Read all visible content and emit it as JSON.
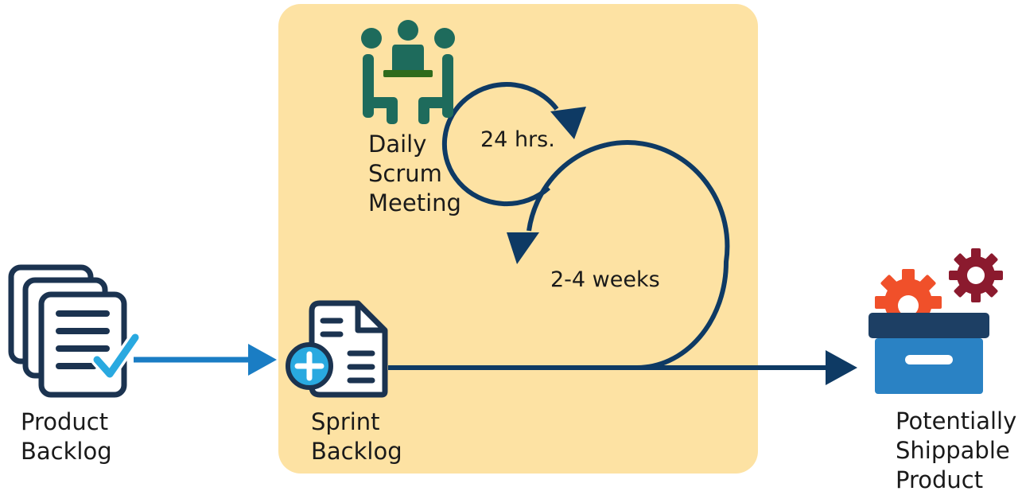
{
  "colors": {
    "sprint_panel": "#fde2a3",
    "navy": "#0e3a64",
    "dark_outline": "#1b3350",
    "blue_arrow": "#1a7dc4",
    "check_blue": "#29a9e0",
    "meeting_green": "#1e6b5c",
    "table_green": "#2f6b1c",
    "gear_orange": "#f0502a",
    "gear_maroon": "#8b1a2e",
    "box_lid": "#1d3f64",
    "box_body": "#2a82c4"
  },
  "icons": {
    "product_backlog": "stacked-documents-check-icon",
    "sprint_backlog": "document-plus-icon",
    "daily_scrum": "meeting-table-icon",
    "shippable_product": "box-with-gears-icon"
  },
  "labels": {
    "product_backlog": [
      "Product",
      "Backlog"
    ],
    "sprint_backlog": [
      "Sprint",
      "Backlog"
    ],
    "daily_scrum": [
      "Daily",
      "Scrum",
      "Meeting"
    ],
    "shippable_product": [
      "Potentially",
      "Shippable",
      "Product"
    ],
    "daily_cycle": "24 hrs.",
    "sprint_cycle": "2-4 weeks"
  }
}
